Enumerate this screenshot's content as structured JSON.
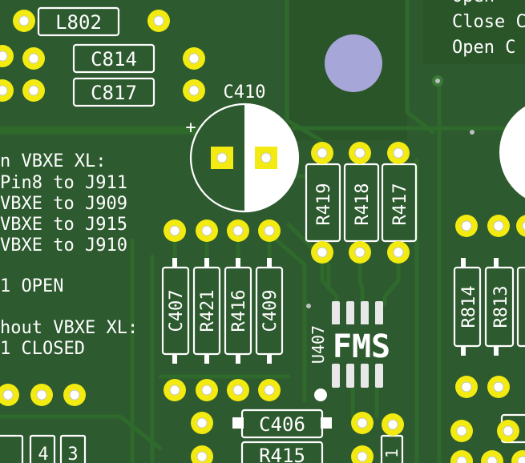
{
  "labels": {
    "l802": "L802",
    "c814": "C814",
    "c817": "C817",
    "c410": "C410",
    "plus": "+",
    "r419": "R419",
    "r418": "R418",
    "r417": "R417",
    "c407": "C407",
    "r421": "R421",
    "r416": "R416",
    "c409": "C409",
    "r814": "R814",
    "r813": "R813",
    "u407": "U407",
    "chip_marking": "FMS",
    "c406": "C406",
    "r415": "R415",
    "small_4": "4",
    "small_3": "3",
    "small_1": "1"
  },
  "notes_left": [
    "n VBXE XL:",
    "Pin8 to J911",
    "VBXE to J909",
    "VBXE to J915",
    "VBXE to J910",
    "1 OPEN",
    "hout VBXE XL:",
    "1 CLOSED"
  ],
  "notes_right": [
    "Open",
    "Close C",
    "Open C"
  ],
  "colors": {
    "board": "#2d5a2e",
    "trace": "#2f6a2c",
    "pad": "#f2ea10",
    "silkscreen": "#ffffff",
    "mounting_hole": "#a7a6d8"
  }
}
